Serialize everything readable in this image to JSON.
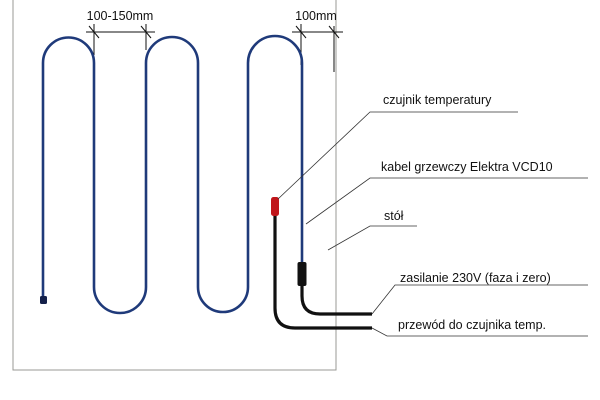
{
  "dimensions": {
    "loop_spacing": "100-150mm",
    "edge_distance": "100mm"
  },
  "labels": {
    "sensor": "czujnik temperatury",
    "heating_cable": "kabel grzewczy Elektra VCD10",
    "table": "stół",
    "power_supply": "zasilanie 230V (faza i zero)",
    "sensor_wire": "przewód do czujnika temp."
  },
  "colors": {
    "heating_cable": "#1f3a7a",
    "sensor": "#c0161b",
    "power_cable": "#111111",
    "table_outline": "#9a9a94"
  }
}
